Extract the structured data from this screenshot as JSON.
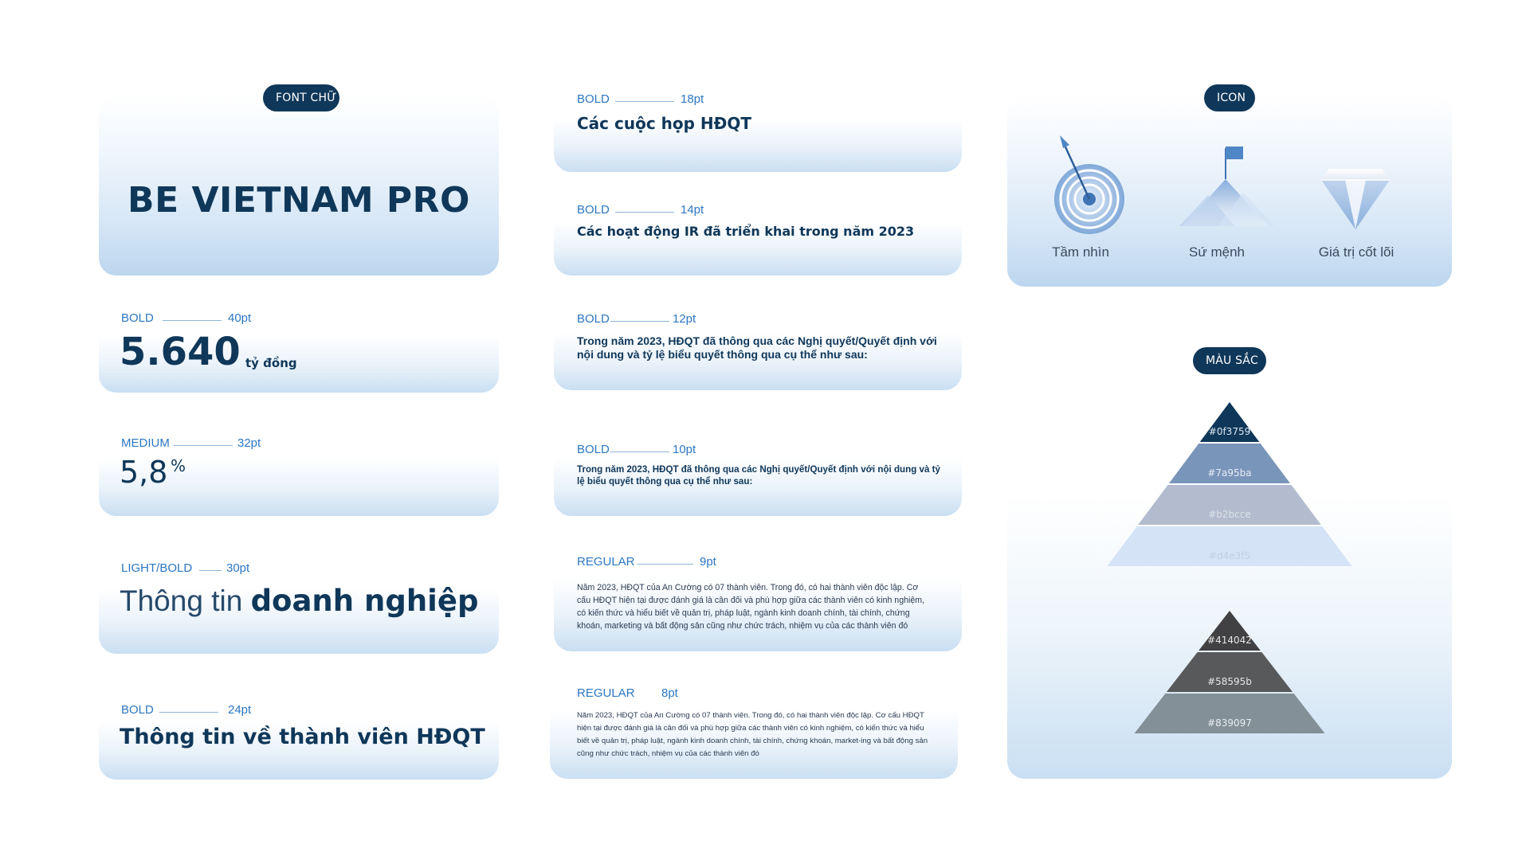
{
  "font_section": {
    "pill": "FONT CHỮ",
    "font_name": "BE VIETNAM PRO"
  },
  "left_specs": [
    {
      "weight": "BOLD",
      "size": "40pt"
    },
    {
      "weight": "MEDIUM",
      "size": "32pt"
    },
    {
      "weight": "LIGHT/BOLD",
      "size": "30pt"
    },
    {
      "weight": "BOLD",
      "size": "24pt"
    }
  ],
  "samples": {
    "big_number": "5.640",
    "big_unit": "tỷ đồng",
    "percent_value": "5,8",
    "percent_sign": "%",
    "light_part": "Thông tin ",
    "bold_part": "doanh nghiệp",
    "members_title": "Thông tin về thành viên HĐQT"
  },
  "mid_specs": [
    {
      "weight": "BOLD",
      "size": "18pt",
      "sample": "Các cuộc họp HĐQT"
    },
    {
      "weight": "BOLD",
      "size": "14pt",
      "sample": "Các hoạt động IR đã triển khai trong năm 2023"
    },
    {
      "weight": "BOLD",
      "size": "12pt",
      "sample": "Trong năm 2023, HĐQT đã thông qua các Nghị quyết/Quyết định với nội dung và tỷ lệ biểu quyết thông qua cụ thể như sau:"
    },
    {
      "weight": "BOLD",
      "size": "10pt",
      "sample": "Trong năm 2023, HĐQT đã thông qua các Nghị quyết/Quyết định với nội dung và tỷ lệ biểu quyết thông qua cụ thể như sau:"
    },
    {
      "weight": "REGULAR",
      "size": "9pt",
      "sample": "Năm 2023, HĐQT của An Cường có 07 thành viên. Trong đó, có hai thành viên độc lập. Cơ cấu HĐQT hiện tại được đánh giá là cân đối và phù hợp giữa các thành viên có kinh nghiệm, có kiến thức và hiểu biết về quản trị, pháp luật, ngành kinh doanh chính, tài chính, chứng khoán, marketing và bất động sản cũng như chức trách, nhiệm vụ của các thành viên đó"
    },
    {
      "weight": "REGULAR",
      "size": "8pt",
      "sample": "Năm 2023, HĐQT của An Cường có 07 thành viên. Trong đó, có hai thành viên độc lập. Cơ cấu HĐQT hiện tại được đánh giá là cân đối và phù hợp giữa các thành viên có kinh nghiệm, có kiến thức và hiểu biết về quản trị, pháp luật, ngành kinh doanh chính, tài chính, chứng khoán, market-ing và bất động sản cũng như chức trách, nhiệm vụ của các thành viên đó"
    }
  ],
  "icon_section": {
    "pill": "ICON",
    "icons": [
      {
        "icon": "target-icon",
        "label": "Tầm nhìn"
      },
      {
        "icon": "mountain-flag-icon",
        "label": "Sứ mệnh"
      },
      {
        "icon": "diamond-icon",
        "label": "Giá trị cốt lõi"
      }
    ]
  },
  "color_section": {
    "pill": "MÀU SẮC",
    "blue_palette": [
      {
        "hex": "#0f3759",
        "label": "#0f3759",
        "label_color": "#dfe9f4"
      },
      {
        "hex": "#7a95ba",
        "label": "#7a95ba",
        "label_color": "#e6edf6"
      },
      {
        "hex": "#b2bcce",
        "label": "#b2bcce",
        "label_color": "#dde3ec"
      },
      {
        "hex": "#d4e3f5",
        "label": "#d4e3f5",
        "label_color": "#c0cfe2"
      }
    ],
    "gray_palette": [
      {
        "hex": "#414042",
        "label": "#414042",
        "label_color": "#e6e6e6"
      },
      {
        "hex": "#58595b",
        "label": "#58595b",
        "label_color": "#e6e6e6"
      },
      {
        "hex": "#839097",
        "label": "#839097",
        "label_color": "#e9eef1"
      }
    ]
  }
}
